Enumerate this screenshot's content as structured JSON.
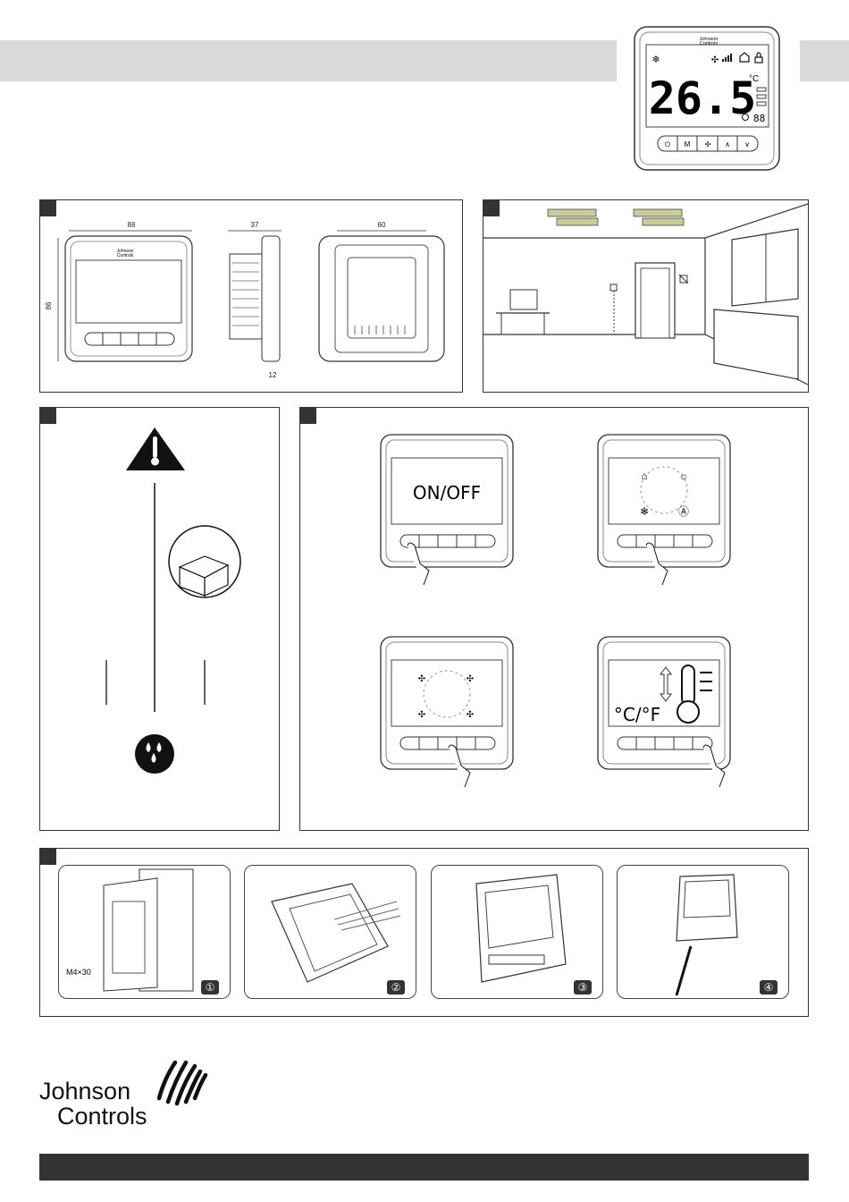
{
  "brand": {
    "name_line1": "Johnson",
    "name_line2": "Controls",
    "device_logo_line1": "Johnson",
    "device_logo_line2": "Controls"
  },
  "hero_display": {
    "temperature": "26.5",
    "unit": "°C",
    "timer": "88",
    "buttons": [
      "⏻",
      "M",
      "fan",
      "∧",
      "∨"
    ]
  },
  "dimensions": {
    "width": "88",
    "height": "86",
    "depth": "37",
    "back_width": "60",
    "base_depth": "12"
  },
  "operation": {
    "onoff_label": "ON/OFF",
    "unit_label": "°C/°F"
  },
  "installation": {
    "screw_label": "M4×30",
    "steps": [
      "①",
      "②",
      "③",
      "④"
    ]
  }
}
